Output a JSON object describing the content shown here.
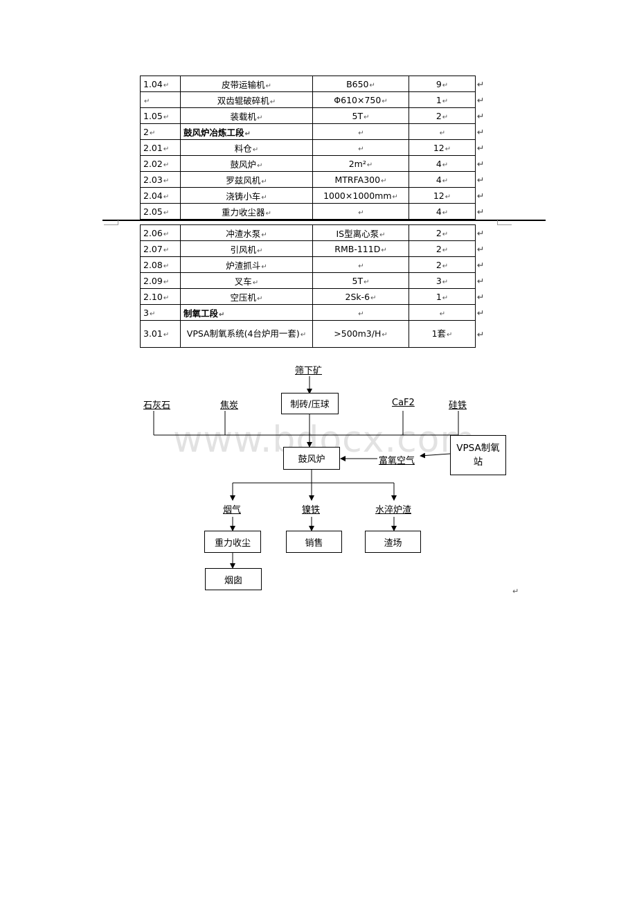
{
  "table_part1": [
    [
      "1.04",
      "皮带运输机",
      "B650",
      "9"
    ],
    [
      "",
      "双齿辊破碎机",
      "Φ610×750",
      "1"
    ],
    [
      "1.05",
      "装载机",
      "5T",
      "2"
    ],
    [
      "2",
      "鼓风炉冶炼工段",
      "",
      ""
    ],
    [
      "2.01",
      "料仓",
      "",
      "12"
    ],
    [
      "2.02",
      "鼓风炉",
      "2m²",
      "4"
    ],
    [
      "2.03",
      "罗兹风机",
      "MTRFA300",
      "4"
    ],
    [
      "2.04",
      "浇铸小车",
      "1000×1000mm",
      "12"
    ],
    [
      "2.05",
      "重力收尘器",
      "",
      "4"
    ]
  ],
  "table_part2": [
    [
      "2.06",
      "冲渣水泵",
      "IS型离心泵",
      "2"
    ],
    [
      "2.07",
      "引风机",
      "RMB-111D",
      "2"
    ],
    [
      "2.08",
      "炉渣抓斗",
      "",
      "2"
    ],
    [
      "2.09",
      "叉车",
      "5T",
      "3"
    ],
    [
      "2.10",
      "空压机",
      "2Sk-6",
      "1"
    ],
    [
      "3",
      "制氧工段",
      "",
      ""
    ],
    [
      "3.01",
      "VPSA制氧系统(4台炉用一套)",
      ">500m3/H",
      "1套"
    ]
  ],
  "flow": {
    "screen_ore": "筛下矿",
    "briquette": "制砖/压球",
    "limestone": "石灰石",
    "coke": "焦炭",
    "caf2": "CaF2",
    "ferrosilicon": "硅铁",
    "furnace": "鼓风炉",
    "oxygen_air": "富氧空气",
    "vpsa": "VPSA制氧站",
    "flue_gas": "烟气",
    "nickel_iron": "镍铁",
    "water_slag": "水淬炉渣",
    "dust": "重力收尘",
    "sales": "销售",
    "slag_yard": "渣场",
    "chimney": "烟囱"
  },
  "watermark": "www.bdocx.com"
}
